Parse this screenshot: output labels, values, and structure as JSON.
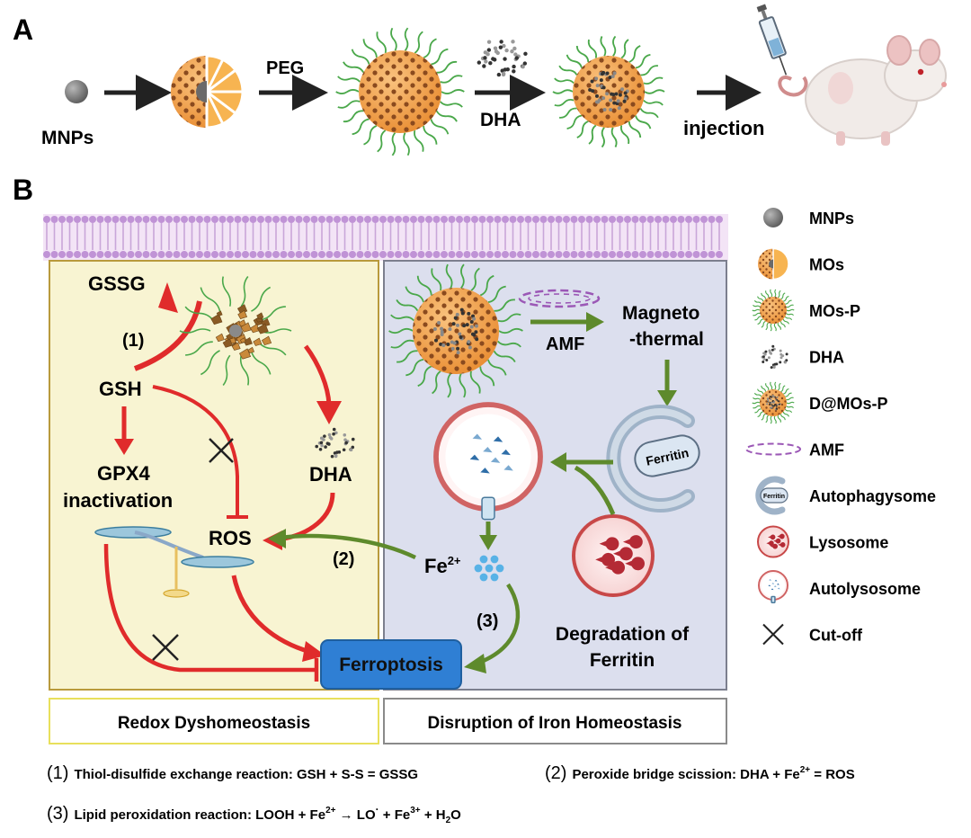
{
  "panel_a": {
    "letter": "A",
    "mnps_label": "MNPs",
    "peg_label": "PEG",
    "dha_label": "DHA",
    "injection_label": "injection"
  },
  "panel_b": {
    "letter": "B",
    "redox": {
      "gssg": "GSSG",
      "step1": "(1)",
      "gsh": "GSH",
      "gpx4_line1": "GPX4",
      "gpx4_line2": "inactivation",
      "dha": "DHA",
      "ros": "ROS",
      "step2": "(2)"
    },
    "iron": {
      "amf": "AMF",
      "magneto_line1": "Magneto",
      "magneto_line2": "-thermal",
      "ferritin": "Ferritin",
      "fe": "Fe",
      "fe_sup": "2+",
      "step3": "(3)",
      "degradation_line1": "Degradation of",
      "degradation_line2": "Ferritin"
    },
    "ferroptosis": "Ferroptosis",
    "redox_box_label": "Redox Dyshomeostasis",
    "iron_box_label": "Disruption of Iron Homeostasis"
  },
  "legend": {
    "items": [
      {
        "label": "MNPs",
        "icon": "mnp-icon"
      },
      {
        "label": "MOs",
        "icon": "mos-icon"
      },
      {
        "label": "MOs-P",
        "icon": "mos-p-icon"
      },
      {
        "label": "DHA",
        "icon": "dha-icon"
      },
      {
        "label": "D@MOs-P",
        "icon": "d-mos-p-icon"
      },
      {
        "label": "AMF",
        "icon": "amf-icon"
      },
      {
        "label": "Autophagysome",
        "icon": "autophagosome-icon"
      },
      {
        "label": "Lysosome",
        "icon": "lysosome-icon"
      },
      {
        "label": "Autolysosome",
        "icon": "autolysosome-icon"
      },
      {
        "label": "Cut-off",
        "icon": "cut-off-icon"
      }
    ],
    "ferritin_mini": "Ferritin"
  },
  "equations": {
    "eq1": {
      "num": "(1)",
      "text": "Thiol-disulfide exchange reaction: GSH + S-S = GSSG"
    },
    "eq2": {
      "num": "(2)",
      "text_pre": "Peroxide bridge scission: DHA + Fe",
      "sup": "2+",
      "text_post": " = ROS"
    },
    "eq3": {
      "num": "(3)",
      "t1": "Lipid peroxidation reaction: LOOH + Fe",
      "s1": "2+",
      "t2": " → LO",
      "s2": "·",
      "t3": " + Fe",
      "s3": "3+",
      "t4": " + H",
      "sub": "2",
      "t5": "O"
    }
  },
  "colors": {
    "red_arrow": "#e02b2b",
    "green_arrow": "#5e8a2c",
    "redox_bg": "#f8f4d2",
    "redox_border": "#b99a3c",
    "iron_bg": "#dcdfee",
    "iron_border": "#7c7f8e",
    "ferroptosis_blue": "#2f7fd4",
    "orange": "#f2a553",
    "membrane": "#c9a6d9"
  }
}
